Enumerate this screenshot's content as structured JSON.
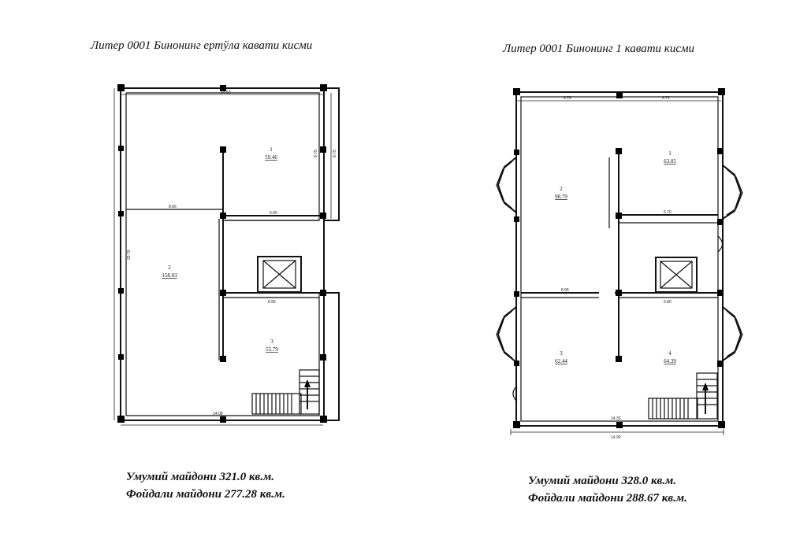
{
  "plans": [
    {
      "title": "Литер 0001 Бинонинг ертўла кавати кисми",
      "rooms": [
        {
          "number": "1",
          "area": "59.46"
        },
        {
          "number": "2",
          "area": "158.03"
        },
        {
          "number": "3",
          "area": "55.79"
        }
      ],
      "dims": {
        "top": "14.50",
        "bottom": "14.08",
        "inner_h1": "8.66",
        "inner_h2": "6.66",
        "inner_h3": "8.95",
        "left_v": "23.70",
        "right_v1": "8.75",
        "right_v2": "8.75"
      },
      "total_area": "Умумий майдони 321.0 кв.м.",
      "useful_area": "Фойдали майдони 277.28 кв.м."
    },
    {
      "title": "Литер 0001 Бинонинг 1 кавати кисми",
      "rooms": [
        {
          "number": "1",
          "area": "63.05"
        },
        {
          "number": "2",
          "area": "98.79"
        },
        {
          "number": "3",
          "area": "62.44"
        },
        {
          "number": "4",
          "area": "64.39"
        }
      ],
      "dims": {
        "top_left": "6.78",
        "top_right": "6.72",
        "bottom": "14.33",
        "outer_bottom": "14.90",
        "inner_h1": "6.70",
        "inner_h2": "6.80",
        "inner_h3": "8.95"
      },
      "total_area": "Умумий майдони 328.0 кв.м.",
      "useful_area": "Фойдали майдони 288.67 кв.м."
    }
  ]
}
